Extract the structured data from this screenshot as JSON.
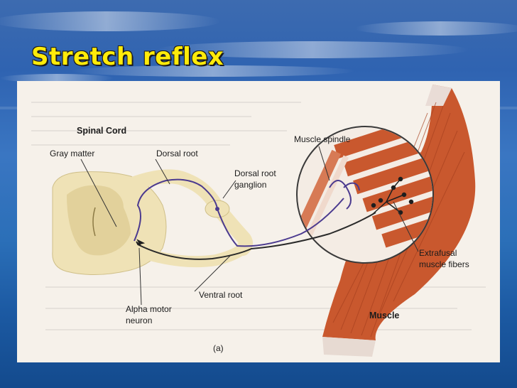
{
  "slide": {
    "title": "Stretch reflex"
  },
  "diagram": {
    "labels": {
      "spinal_cord": "Spinal Cord",
      "gray_matter": "Gray matter",
      "dorsal_root": "Dorsal root",
      "dorsal_root_ganglion_1": "Dorsal root",
      "dorsal_root_ganglion_2": "ganglion",
      "muscle_spindle": "Muscle spindle",
      "extrafusal_1": "Extrafusal",
      "extrafusal_2": "muscle fibers",
      "ventral_root": "Ventral root",
      "alpha_motor_1": "Alpha motor",
      "alpha_motor_2": "neuron",
      "muscle": "Muscle",
      "figure_tag": "(a)"
    },
    "colors": {
      "title": "#ffeb0a",
      "cord": "#efe2b6",
      "muscle": "#c9582e",
      "sensory_nerve": "#4b3a8f",
      "motor_nerve": "#2a2a2a"
    }
  }
}
